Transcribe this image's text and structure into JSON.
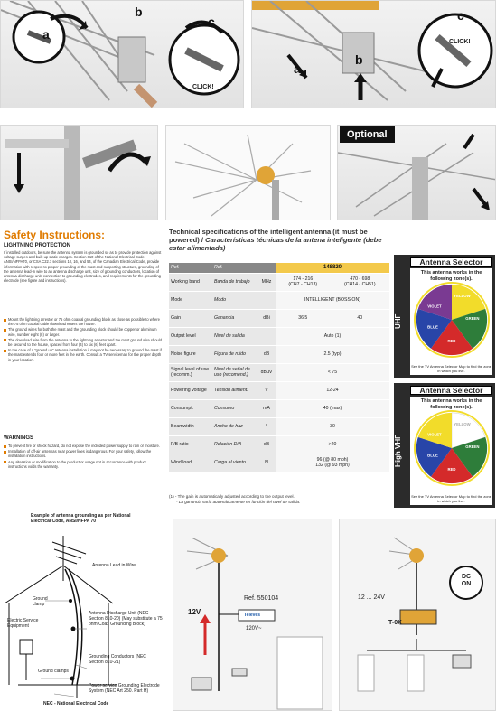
{
  "steps": {
    "row1_left": [
      "a",
      "b",
      "c"
    ],
    "row1_right": [
      "a",
      "b",
      "c"
    ],
    "click_label": "CLICK!",
    "optional_label": "Optional"
  },
  "safety": {
    "title": "Safety Instructions:",
    "lightning_title": "LIGHTNING PROTECTION",
    "lightning_items": [
      "If installed outdoors, be sure the antenna system is grounded so as to provide protection against voltage surges and built-up static charges. Section 810 of the National Electrical Code ANSI/NFPA70, or CSA C22.1 sections 10, 16, and 54, of the Canadian Electrical Code, provide information with respect to proper grounding of the mast and supporting structure, grounding of the antenna lead-in wire to an antenna discharge unit, size of grounding conductors, location of antenna-discharge unit, connection to grounding electrodes, and requirements for the grounding electrode (see figure and instructions).",
      "Mount the lightning arrestor or 75 ohm coaxial grounding block as close as possible to where the 75 ohm coaxial cable downlead enters the house.",
      "The ground wires for both the mast and the grounding block should be copper or aluminum wire, number eight (8) or larger.",
      "The download wire from the antenna to the lightning arrestor and the mast ground wire should be secured to the house, spaced from four (4) to six (6) feet apart.",
      "In the case of a \"ground up\" antenna installation it may not be necessary to ground the mast if the mast extends four or more feet in the earth. Consult a TV serviceman for the proper depth in your location."
    ],
    "warnings_title": "WARNINGS",
    "warnings_items": [
      "To prevent fire or shock hazard, do not expose the included power supply to rain or moisture.",
      "Installation of off-air antennas near power lines is dangerous. For your safety, follow the installation instructions.",
      "Any alteration or modification to the product or usage not in accordance with product instructions voids the warranty."
    ]
  },
  "specs": {
    "title_en": "Technical specifications of the intelligent antenna (it must be powered)",
    "title_es": "Características técnicas de la antena inteligente (debe estar alimentada)",
    "header": {
      "ref_en": "Ref.",
      "ref_es": "Ref.",
      "model": "148820"
    },
    "rows": [
      {
        "en": "Working band",
        "es": "Banda de trabajo",
        "unit": "MHz",
        "v1": "174 - 216\n(CH7 - CH13)",
        "v2": "470 - 698\n(CH14 - CH51)"
      },
      {
        "en": "Mode",
        "es": "Modo",
        "unit": "",
        "v": "INTELLIGENT (BOSS ON)"
      },
      {
        "en": "Gain",
        "es": "Ganancia",
        "unit": "dBi",
        "v1": "36.5",
        "v2": "40"
      },
      {
        "en": "Output level",
        "es": "Nivel de salida",
        "unit": "",
        "v": "Auto (1)"
      },
      {
        "en": "Noise figure",
        "es": "Figura de ruido",
        "unit": "dB",
        "v": "2.5 (typ)"
      },
      {
        "en": "Signal level of use (recomm.)",
        "es": "Nivel de señal de uso (recomend.)",
        "unit": "dBµV",
        "v": "< 75"
      },
      {
        "en": "Powering voltage",
        "es": "Tensión aliment.",
        "unit": "V",
        "v": "12-24"
      },
      {
        "en": "Consumpt.",
        "es": "Consumo",
        "unit": "mA",
        "v": "40 (max)"
      },
      {
        "en": "Beamwidth",
        "es": "Ancho de haz",
        "unit": "º",
        "v": "30"
      },
      {
        "en": "F/B ratio",
        "es": "Relación D/A",
        "unit": "dB",
        "v": ">20"
      },
      {
        "en": "Wind load",
        "es": "Carga al viento",
        "unit": "N",
        "v": "96 (@ 80 mph)\n132 (@ 93 mph)"
      }
    ],
    "note_en": "(1) - The gain is automatically adjusted according to the output level.",
    "note_es": "- La ganancia varía automáticamente en función del nivel de salida."
  },
  "selector": {
    "title": "Antenna Selector",
    "works": "This antenna works in the following zone(s).",
    "see": "See the TV Antenna Selector Map to find the zone in which you live.",
    "zones": [
      "VIOLET",
      "YELLOW",
      "GREEN",
      "BLUE",
      "RED"
    ],
    "uhf": {
      "band": "UHF"
    },
    "vhf": {
      "band": "High VHF"
    },
    "colors": {
      "violet": "#7a3a92",
      "yellow": "#f2dc2a",
      "green": "#2e7d3a",
      "blue": "#2845a8",
      "red": "#d42a2a",
      "panel": "#2b2b2b"
    }
  },
  "grounding": {
    "title": "Example of antenna grounding as per National Electrical Code, ANSI/NFPA 70",
    "labels": {
      "lead": "Antenna Lead in Wire",
      "clamp": "Ground clamp",
      "service": "Electric Service Equipment",
      "discharge": "Antenna Discharge Unit (NEC Section 810-20) (May substitute a 75 ohm Coax Grounding Block)",
      "conductors": "Grounding Conductors (NEC Section 810-21)",
      "clamps": "Ground clamps",
      "electrode": "Power service Grounding Electrode System (NEC Art 250. Part H)"
    },
    "footer": "NEC - National Electrical Code"
  },
  "install_mid": {
    "voltage": "12V",
    "ref": "Ref. 550104",
    "brand": "Televes",
    "mains": "120V~"
  },
  "install_right": {
    "voltage": "12 ... 24V",
    "dc_label": "DC\nON",
    "tox": "T-0X"
  }
}
